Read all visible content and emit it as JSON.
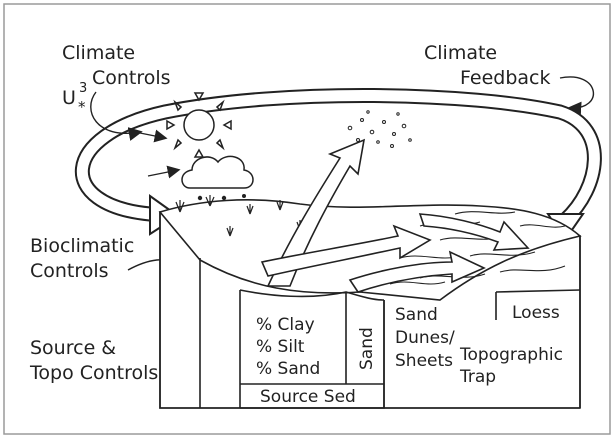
{
  "labels": {
    "climate_controls": [
      "Climate",
      "Controls"
    ],
    "u_star": "U",
    "u_star_exponent": "3",
    "u_star_subscript": "*",
    "climate_feedback": [
      "Climate",
      "Feedback"
    ],
    "bioclimatic_controls": [
      "Bioclimatic",
      "Controls"
    ],
    "source_topo_controls": [
      "Source &",
      "Topo Controls"
    ],
    "sediment_fractions": [
      "% Clay",
      "% Silt",
      "% Sand"
    ],
    "sand_column": "Sand",
    "sand_dunes_sheets": [
      "Sand",
      "Dunes/",
      "Sheets"
    ],
    "loess": "Loess",
    "topographic_trap": [
      "Topographic",
      "Trap"
    ],
    "source_sed": "Source Sed"
  },
  "colors": {
    "ink": "#222222",
    "frame": "#9a9a9a",
    "background": "#ffffff"
  }
}
